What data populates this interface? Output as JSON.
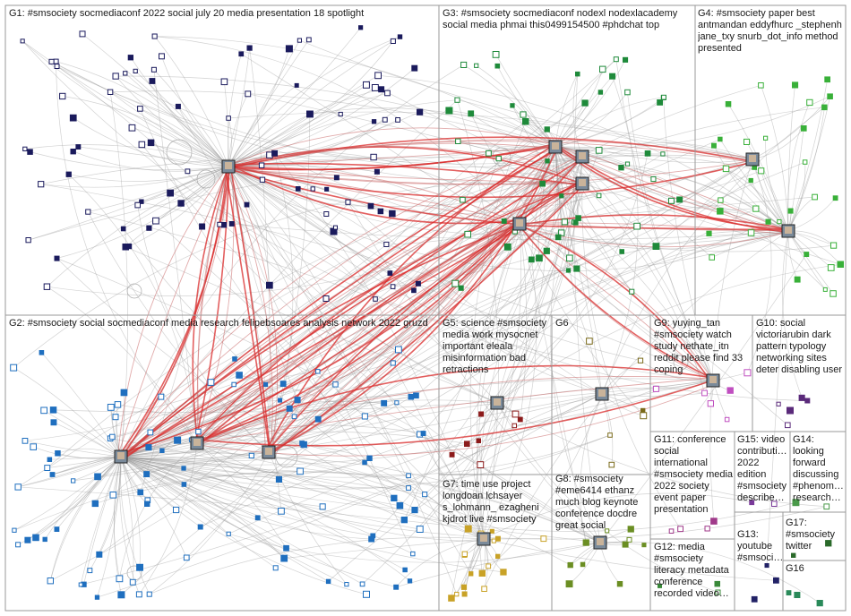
{
  "groups": [
    {
      "id": "g1",
      "label": "G1: #smsociety socmediaconf 2022 social july 20 media presentation 18 spotlight",
      "color": "#1a1a5c"
    },
    {
      "id": "g2",
      "label": "G2: #smsociety social socmediaconf media research felipebsoares analysis network 2022 gruzd",
      "color": "#1f6fbf"
    },
    {
      "id": "g3",
      "label": "G3: #smsociety socmediaconf nodexl nodexlacademy social media phmai this0499154500 #phdchat top",
      "color": "#1e8a3a"
    },
    {
      "id": "g4",
      "label": "G4: #smsociety paper best antmandan eddyfhurc _stephenh jane_txy snurb_dot_info method presented",
      "color": "#39b039"
    },
    {
      "id": "g5",
      "label": "G5: science #smsociety media work mysocnet important eleala misinformation bad retractions",
      "color": "#8c1a1a"
    },
    {
      "id": "g6",
      "label": "G6",
      "color": "#7a6a1a"
    },
    {
      "id": "g7",
      "label": "G7: time use project longdoan lchsayer s_lohmann_ ezagheni kjdrot live #smsociety",
      "color": "#c9a227"
    },
    {
      "id": "g8",
      "label": "G8: #smsociety #eme6414 ethanz much blog keynote conference docdre great social",
      "color": "#6b8e23"
    },
    {
      "id": "g9",
      "label": "G9: yuying_tan #smsociety watch study nethate_itn reddit please find 33 coping",
      "color": "#c04fc0"
    },
    {
      "id": "g10",
      "label": "G10: social victoriarubin dark pattern typology networking sites deter disabling user",
      "color": "#5a2a7a"
    },
    {
      "id": "g11",
      "label": "G11: conference social international #smsociety media 2022 society event paper presentation",
      "color": "#a03a8a"
    },
    {
      "id": "g12",
      "label": "G12: media #smsociety literacy metadata conference recorded video…",
      "color": "#3a8a3a"
    },
    {
      "id": "g13",
      "label": "G13: youtube #smsoci…",
      "color": "#222266"
    },
    {
      "id": "g14",
      "label": "G14: looking forward discussing #phenom… research…",
      "color": "#4a9a4a"
    },
    {
      "id": "g15",
      "label": "G15: video contributi… 2022 edition #smsociety describe…",
      "color": "#7a3a9a"
    },
    {
      "id": "g16",
      "label": "G16",
      "color": "#2a8a5a"
    },
    {
      "id": "g17",
      "label": "G17: #smsociety twitter",
      "color": "#2a6a2a"
    }
  ],
  "accent_colors": {
    "red_edge": "#d92a2a",
    "grey_edge": "#9e9e9e",
    "panel_border": "#9a9a9a"
  }
}
